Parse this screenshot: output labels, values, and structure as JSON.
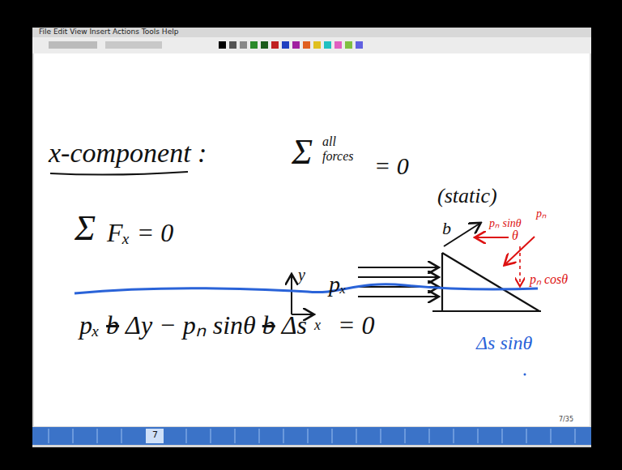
{
  "diagram": {
    "labels": [
      "File Edit View Insert Actions Tools Help",
      "x-component :",
      "Σ",
      "all forces",
      "= 0",
      "(static)",
      "Σ",
      "Fₓ = 0",
      "b",
      "y",
      "x",
      "pₓ",
      "pₙ sinθ",
      "pₙ",
      "θ",
      "pₙ cosθ",
      "pₓ",
      "b",
      "Δy − pₙ sinθ",
      "b",
      "Δs",
      "= 0",
      "Δs sinθ",
      "7/35",
      "7"
    ]
  }
}
